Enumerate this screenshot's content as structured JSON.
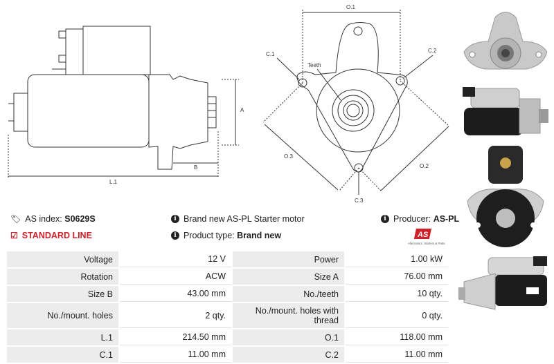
{
  "drawing": {
    "labels": {
      "o1": "O.1",
      "c1": "C.1",
      "c2": "C.2",
      "c3": "C.3",
      "o2": "O.2",
      "o3": "O.3",
      "teeth": "Teeth",
      "a": "A",
      "b": "B",
      "l1": "L.1"
    }
  },
  "info": {
    "as_index_label": "AS index:",
    "as_index_value": "S0629S",
    "line_label": "STANDARD LINE",
    "brand_text": "Brand new AS-PL Starter motor",
    "product_type_label": "Product type:",
    "product_type_value": "Brand new",
    "producer_label": "Producer:",
    "producer_value": "AS-PL",
    "logo_text": "AS",
    "logo_sub": "Alternators, Starters & Parts"
  },
  "specs": [
    {
      "l1": "Voltage",
      "v1": "12 V",
      "l2": "Power",
      "v2": "1.00 kW"
    },
    {
      "l1": "Rotation",
      "v1": "ACW",
      "l2": "Size A",
      "v2": "76.00 mm"
    },
    {
      "l1": "Size B",
      "v1": "43.00 mm",
      "l2": "No./teeth",
      "v2": "10 qty."
    },
    {
      "l1": "No./mount. holes",
      "v1": "2 qty.",
      "l2": "No./mount. holes with thread",
      "v2": "0 qty."
    },
    {
      "l1": "L.1",
      "v1": "214.50 mm",
      "l2": "O.1",
      "v2": "118.00 mm"
    },
    {
      "l1": "C.1",
      "v1": "11.00 mm",
      "l2": "C.2",
      "v2": "11.00 mm"
    }
  ]
}
